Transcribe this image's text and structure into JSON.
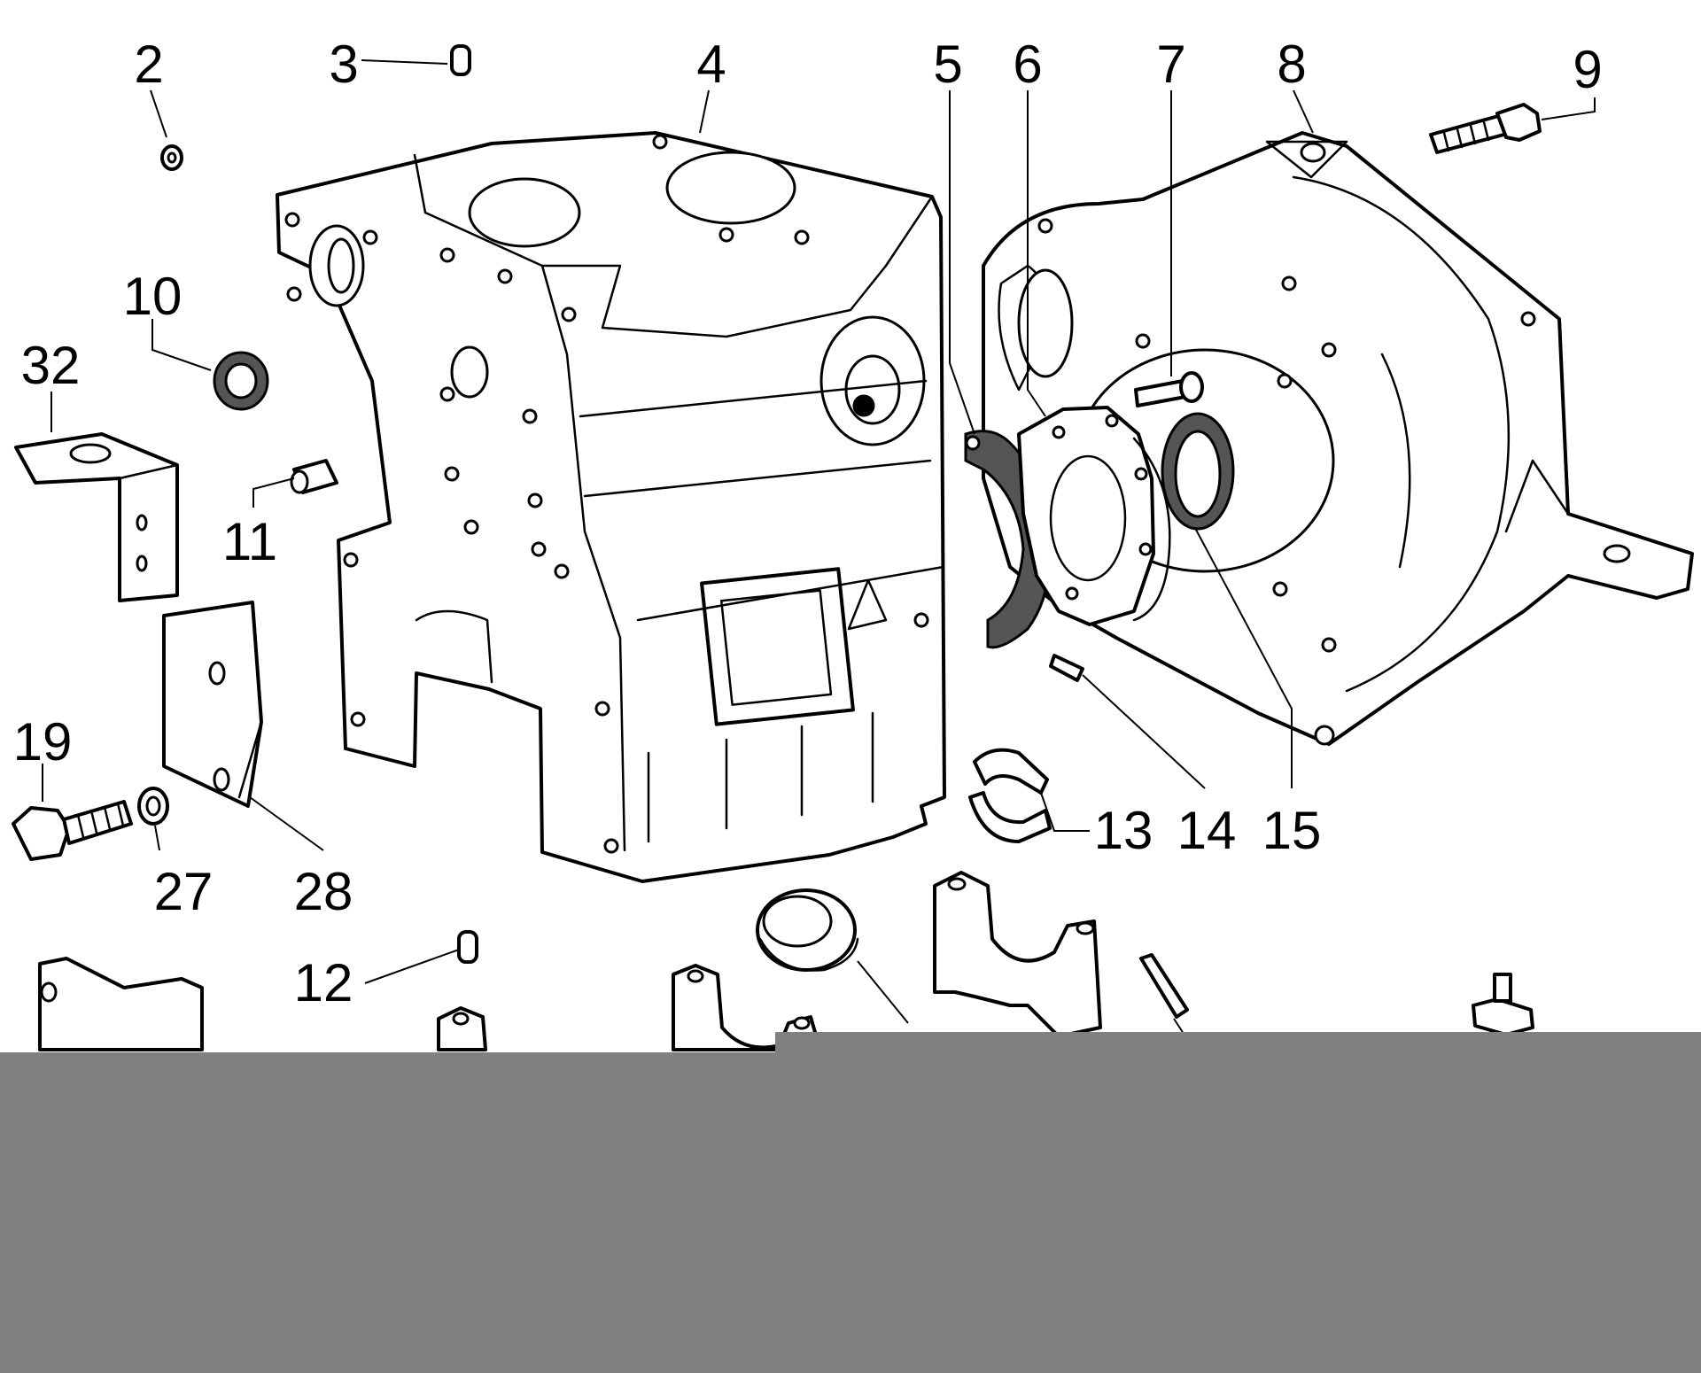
{
  "diagram": {
    "callouts": [
      "2",
      "3",
      "4",
      "5",
      "6",
      "7",
      "8",
      "9",
      "10",
      "32",
      "11",
      "19",
      "27",
      "28",
      "12",
      "13",
      "14",
      "15"
    ]
  },
  "overlay": {
    "color": "#808080"
  }
}
